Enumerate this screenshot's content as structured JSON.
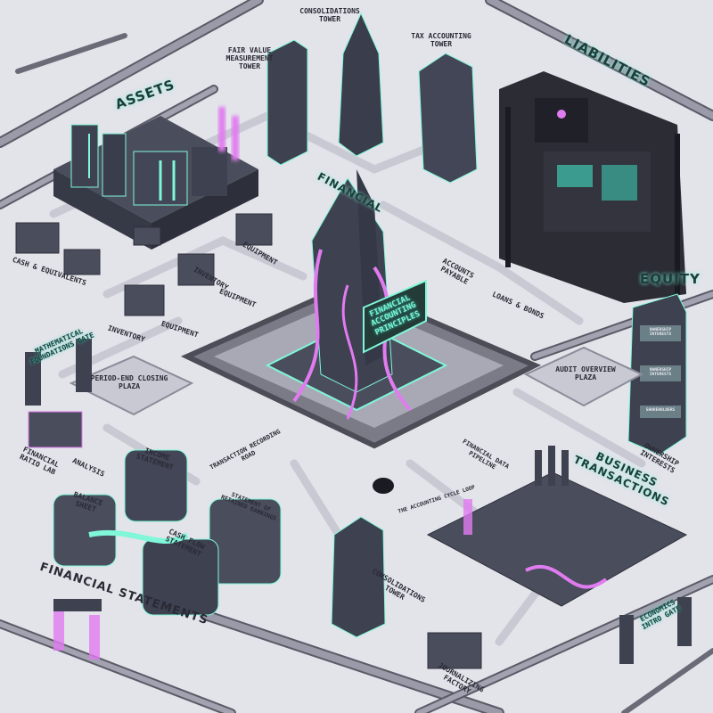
{
  "districts": {
    "assets": "ASSETS",
    "liabilities": "LIABILITIES",
    "equity": "EQUITY",
    "financial": "FINANCIAL",
    "business_transactions": "BUSINESS TRANSACTIONS",
    "financial_statements": "FINANCIAL STATEMENTS"
  },
  "towers": {
    "fair_value": "FAIR VALUE MEASUREMENT TOWER",
    "consolidations_top": "CONSOLIDATIONS TOWER",
    "tax_accounting": "TAX ACCOUNTING TOWER",
    "consolidations_bottom": "CONSOLIDATIONS TOWER",
    "central_sign": "FINANCIAL ACCOUNTING PRINCIPLES"
  },
  "asset_buildings": {
    "cash": "CASH & EQUIVALENTS",
    "inventory_1": "INVENTORY",
    "inventory_2": "INVENTORY",
    "equipment_1": "EQUIPMENT",
    "equipment_2": "EQUIPMENT",
    "equipment_3": "EQUIPMENT"
  },
  "liability_buildings": {
    "accounts_payable": "ACCOUNTS PAYABLE",
    "loans_bonds": "LOANS & BONDS"
  },
  "gates": {
    "mathematical": "MATHEMATICAL FOUNDATIONS GATE",
    "economics": "ECONOMICS INTRO GATE"
  },
  "plazas": {
    "period_end": "PERIOD-END CLOSING PLAZA",
    "audit": "AUDIT OVERVIEW PLAZA"
  },
  "labs": {
    "ratio_lab": "FINANCIAL RATIO LAB",
    "analysis": "ANALYSIS"
  },
  "statements": {
    "income": "INCOME STATEMENT",
    "balance": "BALANCE SHEET",
    "cash_flow": "CASH FLOW STATEMENT",
    "retained": "STATEMENT OF RETAINED EARNINGS"
  },
  "roads": {
    "recording": "TRANSACTION RECORDING ROAD",
    "pipeline": "FINANCIAL DATA PIPELINE",
    "cycle_loop": "THE ACCOUNTING CYCLE LOOP"
  },
  "equity_items": {
    "ownership": "OWNERSHIP INTERESTS",
    "panel_1": "OWNERSHIP INTERESTS",
    "panel_2": "OWNERSHIP INTERESTS",
    "panel_3": "SHAREHOLDERS"
  },
  "factory": {
    "journalizing": "JOURNALIZING FACTORY"
  },
  "colors": {
    "background": "#e3e3ea",
    "road": "#6b6b78",
    "building": "#3e4150",
    "neon_cyan": "#7ff7d8",
    "neon_pink": "#e17bf0"
  }
}
